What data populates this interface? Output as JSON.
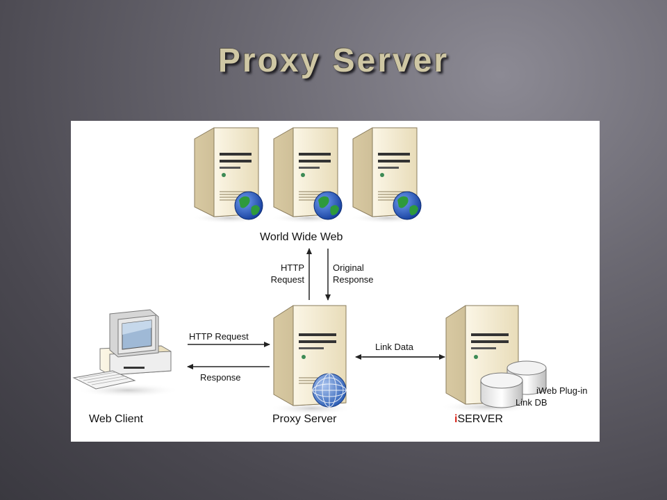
{
  "slide": {
    "title": "Proxy Server"
  },
  "diagram": {
    "nodes": {
      "web": "World Wide Web",
      "client": "Web Client",
      "proxy": "Proxy Server",
      "iserver_prefix": "i",
      "iserver_rest": "SERVER",
      "plugin": "iWeb Plug-in",
      "linkdb": "Link DB"
    },
    "edges": {
      "http_request_up_line1": "HTTP",
      "http_request_up_line2": "Request",
      "original_response_line1": "Original",
      "original_response_line2": "Response",
      "client_http_request": "HTTP Request",
      "client_response": "Response",
      "link_data": "Link Data"
    },
    "colors": {
      "server_body": "#f1e8cf",
      "server_shade": "#cbbc94",
      "globe_ocean": "#1f4fb8",
      "globe_land": "#2e9a3c",
      "brand_red": "#d9261c"
    }
  }
}
